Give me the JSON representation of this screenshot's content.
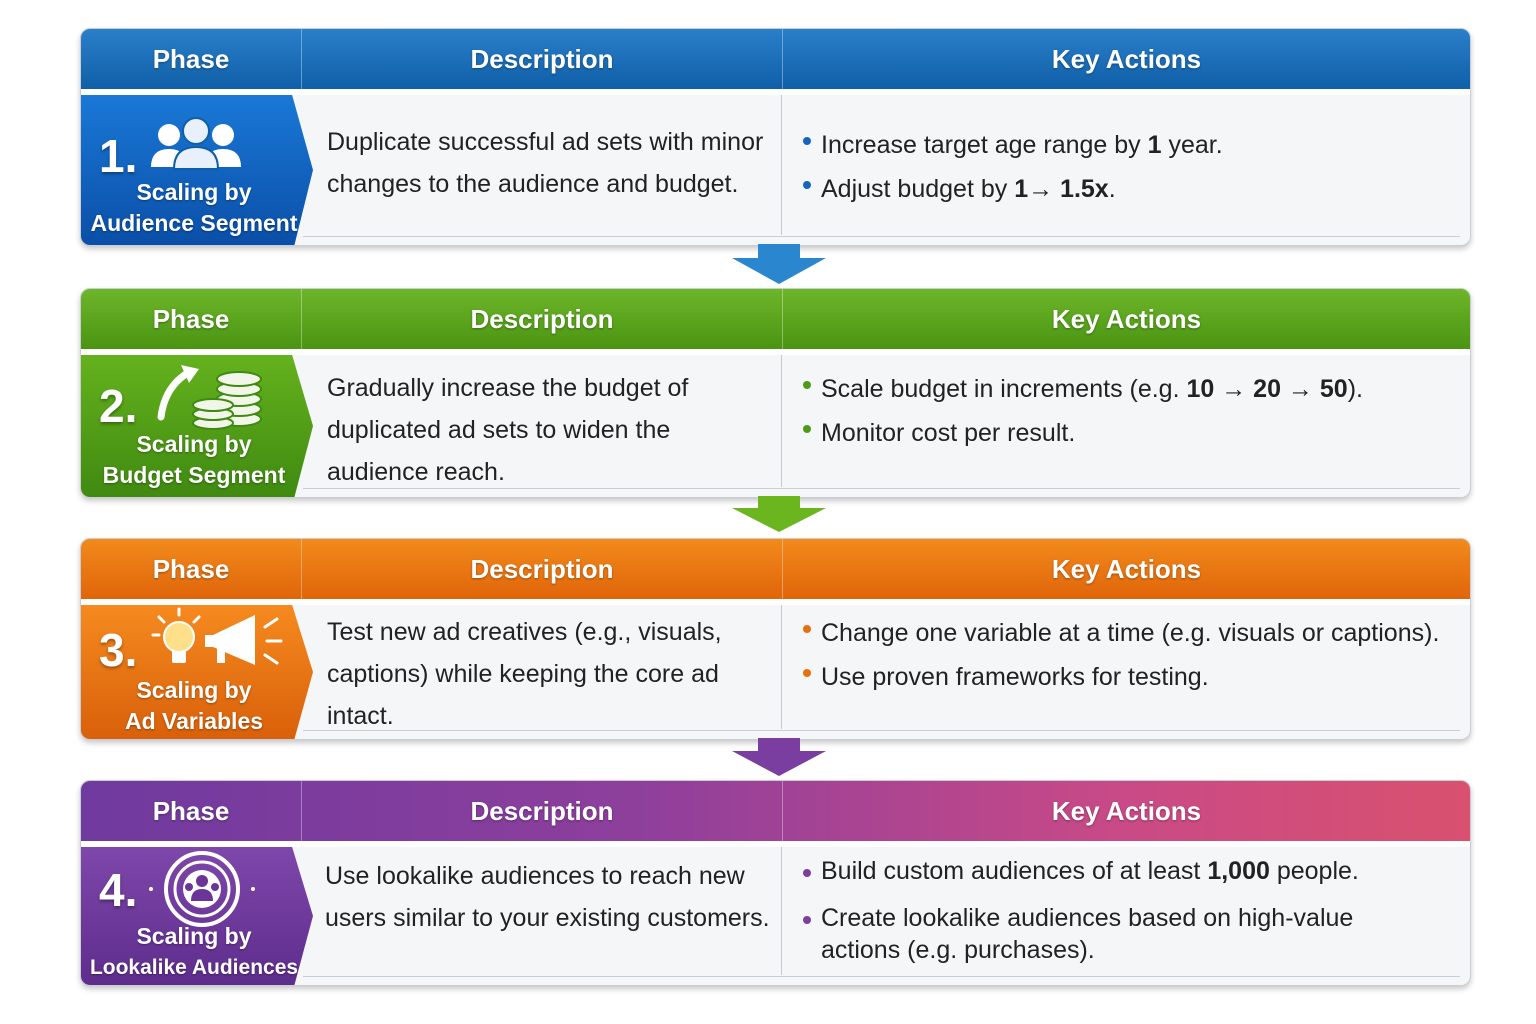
{
  "headers": {
    "phase": "Phase",
    "description": "Description",
    "key_actions": "Key Actions"
  },
  "colors": {
    "blue": "#1565c0",
    "green": "#4e9a18",
    "orange": "#e8700c",
    "purple": "#7b3fa0",
    "pink": "#c9497f"
  },
  "phases": [
    {
      "number": "1.",
      "title_line1": "Scaling by",
      "title_line2": "Audience Segment",
      "icon": "people-group-icon",
      "description": "Duplicate successful ad sets with minor changes to the audience and budget.",
      "actions": [
        {
          "pre": "Increase target age range by ",
          "bold": "1",
          "post": " year."
        },
        {
          "pre": "Adjust budget by ",
          "bold": "1→ 1.5x",
          "post": "."
        }
      ]
    },
    {
      "number": "2.",
      "title_line1": "Scaling by",
      "title_line2": "Budget Segment",
      "icon": "coins-growth-icon",
      "description": "Gradually increase the budget of duplicated ad sets to widen the audience reach.",
      "actions": [
        {
          "pre": "Scale budget in increments (e.g. ",
          "bold": "10 → 20 → 50",
          "post": ")."
        },
        {
          "pre": "Monitor cost per result.",
          "bold": "",
          "post": ""
        }
      ]
    },
    {
      "number": "3.",
      "title_line1": "Scaling by",
      "title_line2": "Ad Variables",
      "icon": "lightbulb-megaphone-icon",
      "description": "Test new ad creatives (e.g., visuals, captions) while keeping the core ad intact.",
      "actions": [
        {
          "pre": "Change one variable at a time (e.g. visuals or captions).",
          "bold": "",
          "post": ""
        },
        {
          "pre": "Use proven frameworks for testing.",
          "bold": "",
          "post": ""
        }
      ]
    },
    {
      "number": "4.",
      "title_line1": "Scaling by",
      "title_line2": "Lookalike Audiences",
      "icon": "lookalike-audience-icon",
      "description": "Use lookalike audiences to reach new users similar to your existing customers.",
      "actions": [
        {
          "pre": "Build custom audiences of at least ",
          "bold": "1,000",
          "post": " people."
        },
        {
          "pre": "Create lookalike audiences based on high-value actions (e.g. purchases).",
          "bold": "",
          "post": ""
        }
      ]
    }
  ]
}
